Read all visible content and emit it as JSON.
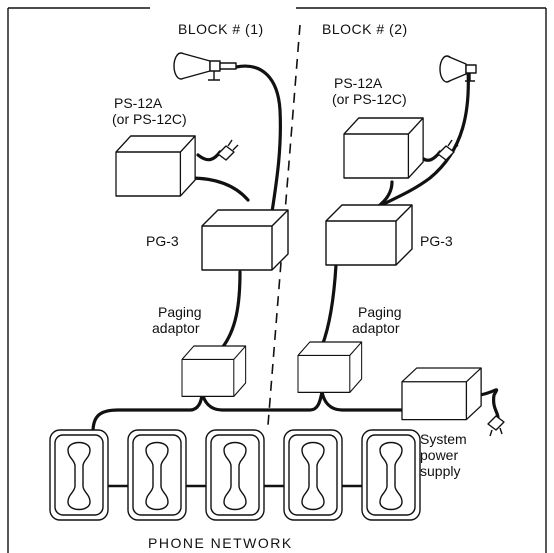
{
  "labels": {
    "block1": "BLOCK # (1)",
    "block2": "BLOCK # (2)",
    "ps_left_line1": "PS-12A",
    "ps_left_line2": "(or PS-12C)",
    "ps_right_line1": "PS-12A",
    "ps_right_line2": "(or PS-12C)",
    "pg3_left": "PG-3",
    "pg3_right": "PG-3",
    "paging_left_line1": "Paging",
    "paging_left_line2": "adaptor",
    "paging_right_line1": "Paging",
    "paging_right_line2": "adaptor",
    "system_line1": "System",
    "system_line2": "power",
    "system_line3": "supply",
    "phone_network": "PHONE  NETWORK"
  },
  "phone_count": 5,
  "colors": {
    "line": "#111111",
    "background": "#ffffff"
  }
}
